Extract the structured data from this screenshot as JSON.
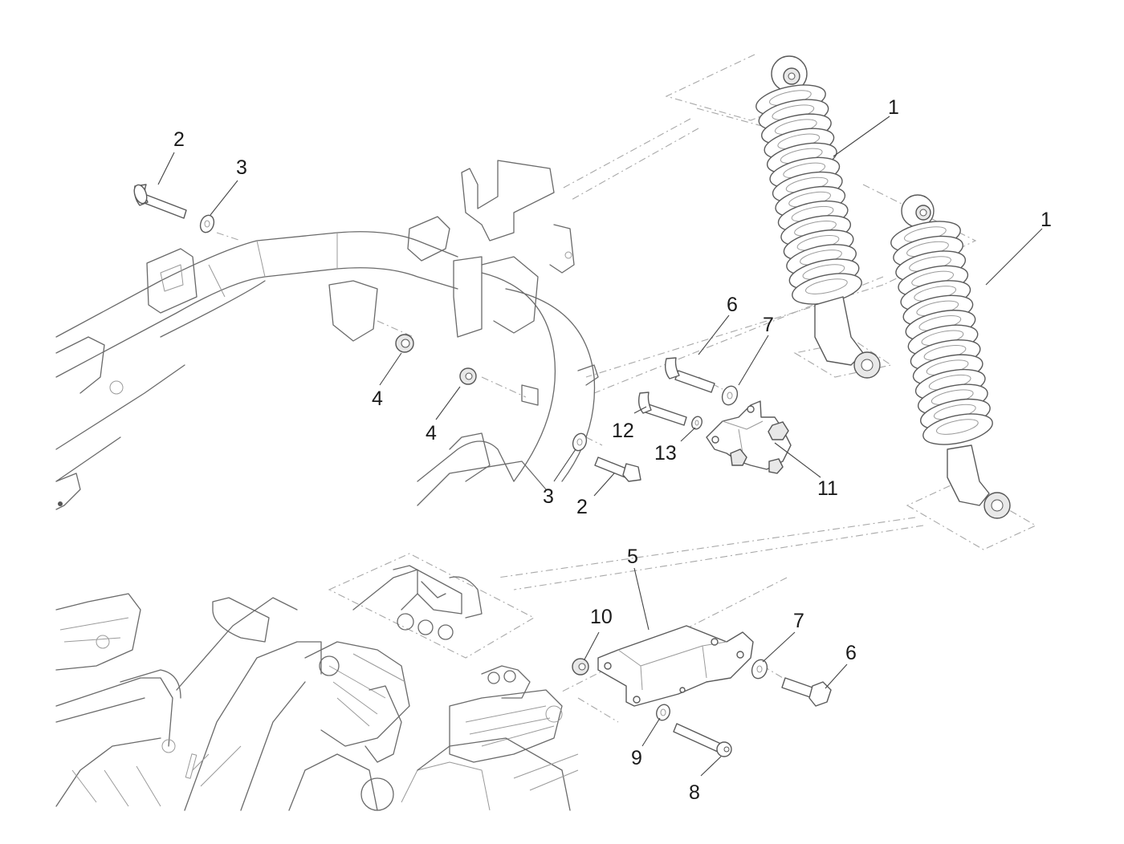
{
  "diagram": {
    "title": "Rear shock absorbers exploded view",
    "callouts": [
      {
        "id": "c1a",
        "label": "1",
        "part": "rear-shock-absorber"
      },
      {
        "id": "c1b",
        "label": "1",
        "part": "rear-shock-absorber"
      },
      {
        "id": "c2a",
        "label": "2",
        "part": "screw"
      },
      {
        "id": "c3a",
        "label": "3",
        "part": "washer"
      },
      {
        "id": "c4a",
        "label": "4",
        "part": "nut"
      },
      {
        "id": "c4b",
        "label": "4",
        "part": "nut"
      },
      {
        "id": "c6a",
        "label": "6",
        "part": "screw"
      },
      {
        "id": "c7a",
        "label": "7",
        "part": "washer"
      },
      {
        "id": "c12",
        "label": "12",
        "part": "screw"
      },
      {
        "id": "c13",
        "label": "13",
        "part": "washer"
      },
      {
        "id": "c11",
        "label": "11",
        "part": "bracket"
      },
      {
        "id": "c3b",
        "label": "3",
        "part": "washer"
      },
      {
        "id": "c2b",
        "label": "2",
        "part": "screw"
      },
      {
        "id": "c5",
        "label": "5",
        "part": "shock-absorber-bracket"
      },
      {
        "id": "c10",
        "label": "10",
        "part": "nut"
      },
      {
        "id": "c7b",
        "label": "7",
        "part": "washer"
      },
      {
        "id": "c6b",
        "label": "6",
        "part": "screw"
      },
      {
        "id": "c9",
        "label": "9",
        "part": "washer"
      },
      {
        "id": "c8",
        "label": "8",
        "part": "screw"
      }
    ]
  }
}
